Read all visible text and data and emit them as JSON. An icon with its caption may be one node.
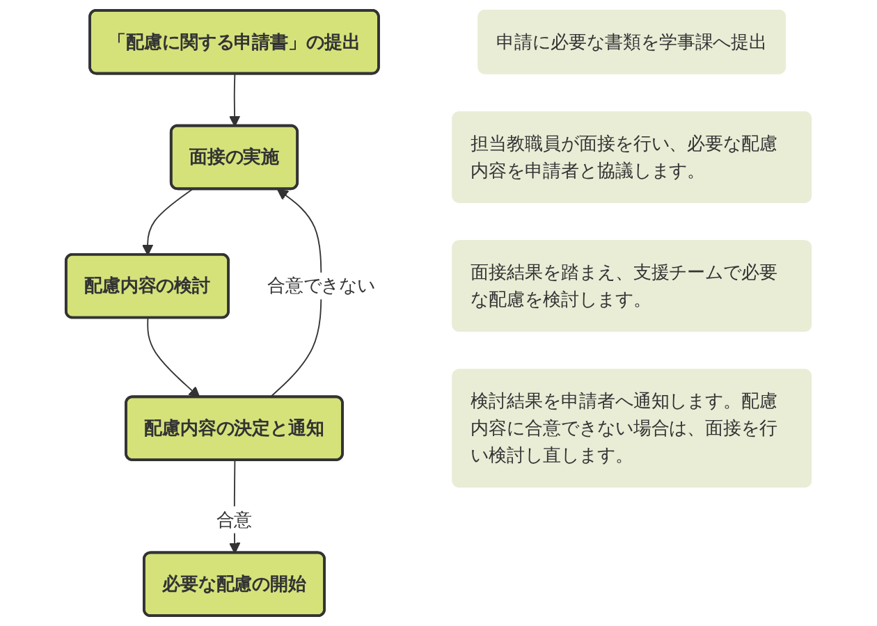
{
  "diagram": {
    "nodes": [
      {
        "text": [
          "「配慮に関する申請書」の提出"
        ]
      },
      {
        "text": [
          "申請に必要な書類を学事課へ提出"
        ]
      },
      {
        "text": [
          "面接の実施"
        ]
      },
      {
        "text": [
          "担当教職員が面接を行い、必要な配慮内容を申請者と協議します。"
        ]
      },
      {
        "text": [
          "配慮内容の検討"
        ]
      },
      {
        "text": [
          "面接結果を踏まえ、支援チームで必要な配慮を検討します。"
        ]
      },
      {
        "text": [
          "配慮内容の決定と通知"
        ]
      },
      {
        "text": [
          "検討結果を申請者へ通知します。配慮内容に合意できない場合は、面接を行い検討し直します。"
        ]
      },
      {
        "text": [
          "必要な配慮の開始"
        ]
      }
    ],
    "edges": [
      {
        "from": 0,
        "to": 2,
        "arrow": "to"
      },
      {
        "from": 2,
        "to": 4,
        "arrow": "to"
      },
      {
        "from": 4,
        "to": 6,
        "arrow": "to"
      },
      {
        "from": 6,
        "to": 8,
        "arrow": "to",
        "label": "合意"
      },
      {
        "from": 6,
        "to": 2,
        "arrow": "to",
        "label": "合意できない"
      }
    ]
  }
}
